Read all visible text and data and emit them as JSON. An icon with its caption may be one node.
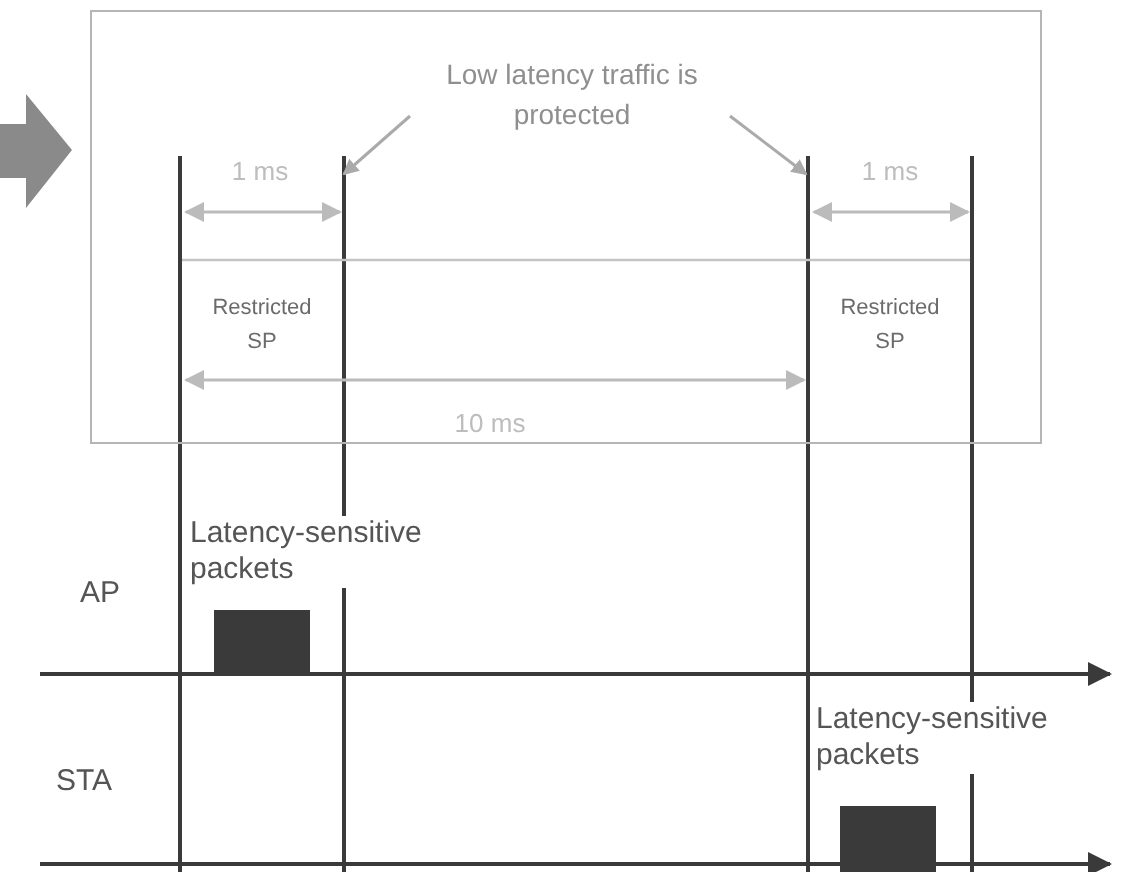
{
  "diagram": {
    "nodes": [
      {
        "text": [],
        "shape": "box"
      },
      {
        "text": [
          "Low latency traffic is protected"
        ],
        "in": 0
      },
      {
        "text": [
          "Latency-sensitive packets"
        ]
      },
      {
        "text": [
          "Latency-sensitive packets"
        ]
      }
    ],
    "edges": [
      {
        "from": 1,
        "to": null,
        "arrow": "to"
      },
      {
        "from": 1,
        "to": null,
        "arrow": "to"
      }
    ],
    "labels": [
      "1 ms",
      "1 ms",
      "Restricted SP",
      "Restricted SP",
      "10 ms",
      "AP",
      "STA"
    ]
  }
}
